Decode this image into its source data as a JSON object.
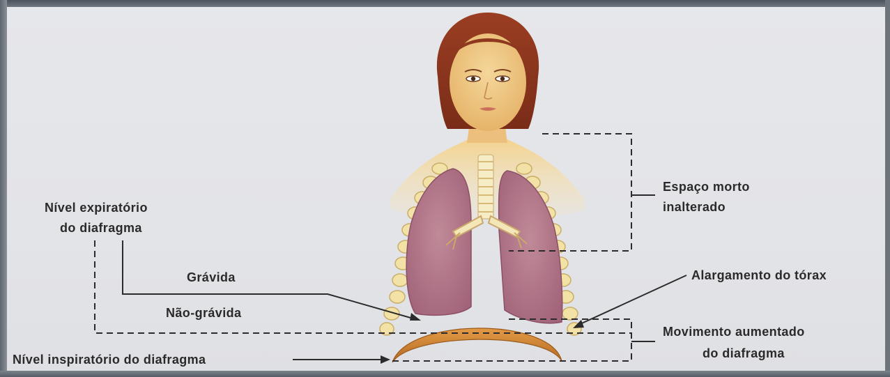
{
  "colors": {
    "background": "#e4e5e9",
    "label_text": "#2a2a2a",
    "lung": "#b47c8c",
    "skin": "#efc886",
    "hair": "#8a3520",
    "diaphragm": "#c97a2c",
    "ribs": "#f1dfa2",
    "trachea": "#f4e9c0"
  },
  "labels": {
    "expiratory_level": [
      "Nível expiratório",
      "do diafragma"
    ],
    "pregnant": "Grávida",
    "not_pregnant": "Não-grávida",
    "inspiratory_level": "Nível inspiratório do diafragma",
    "dead_space": [
      "Espaço morto",
      "inalterado"
    ],
    "chest_widening": "Alargamento do tórax",
    "increased_movement": [
      "Movimento aumentado",
      "do diafragma"
    ]
  }
}
